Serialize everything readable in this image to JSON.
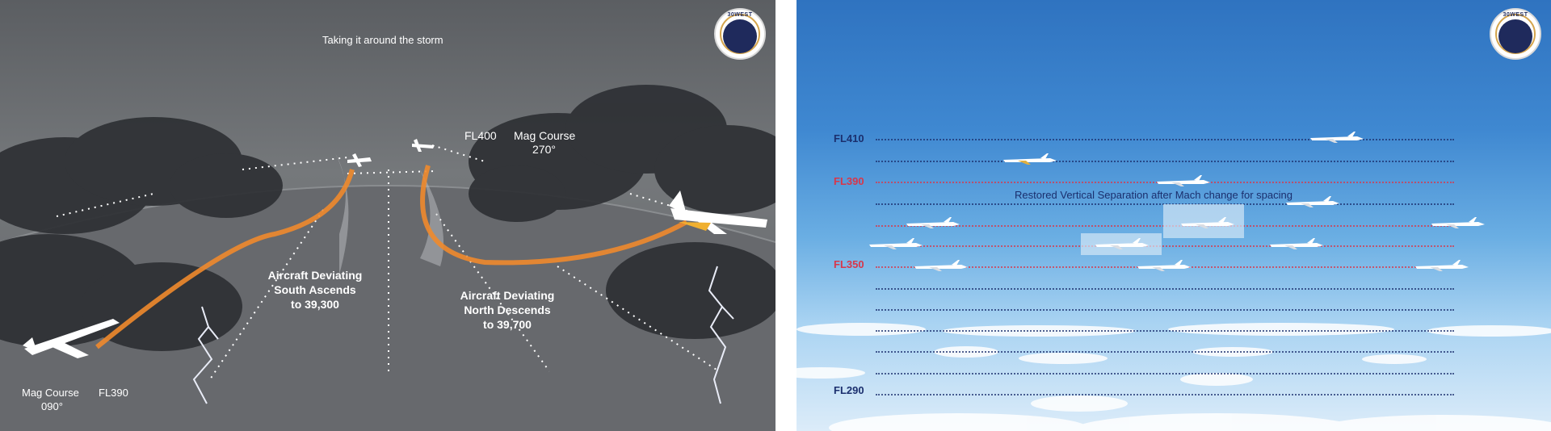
{
  "left": {
    "title": "Taking it around the storm",
    "fl400": "FL400",
    "mag_course_north": "Mag Course",
    "heading_north": "270°",
    "aircraft_south": [
      "Aircraft Deviating",
      "South Ascends",
      "to 39,300"
    ],
    "aircraft_north": [
      "Aircraft Deviating",
      "North Descends",
      "to 39,700"
    ],
    "mag_course_south": "Mag Course",
    "heading_south": "090°",
    "fl390": "FL390",
    "logo_text": "30WEST",
    "colors": {
      "sky": "#6b6e72",
      "cloud": "#2f3135",
      "path": "#f08a2c",
      "runway": "#6e7175"
    }
  },
  "right": {
    "caption": "Restored Vertical Separation after Mach change for spacing",
    "flight_levels": [
      {
        "label": "FL410",
        "color": "#1b2f6e"
      },
      {
        "label": "FL390",
        "color": "#d8364a"
      },
      {
        "label": "FL350",
        "color": "#d8364a"
      },
      {
        "label": "FL290",
        "color": "#1b2f6e"
      }
    ],
    "logo_text": "30WEST",
    "colors": {
      "sky_top": "#2f73c0",
      "sky_bottom": "#dcecf9",
      "dotted_blue": "#1b2f6e",
      "dotted_red": "#d8364a"
    }
  }
}
